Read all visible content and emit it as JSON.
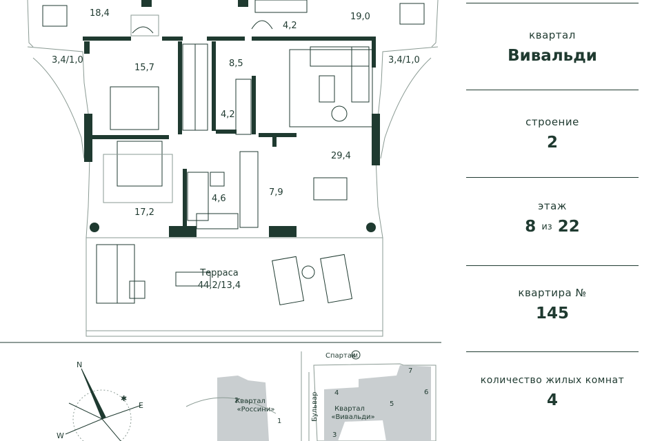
{
  "rooms": {
    "r1": "18,4",
    "r2": "4,2",
    "r3": "19,0",
    "r4": "3,4/1,0",
    "r5": "3,4/1,0",
    "r6": "15,7",
    "r7": "8,5",
    "r8": "4,2",
    "r9": "29,4",
    "r10": "4,6",
    "r11": "7,9",
    "r12": "17,2",
    "terrace_name": "Терраса",
    "terrace_area": "44,2/13,4"
  },
  "compass": {
    "n": "N",
    "e": "E",
    "w": "W"
  },
  "map": {
    "metro_name": "Спартак",
    "metro_symbol": "М",
    "street": "Бульвар",
    "quarter_rossini": "Квартал\n«Россини»",
    "quarter_vivaldi": "Квартал\n«Вивальди»",
    "b1": "1",
    "b2": "2",
    "b3": "3",
    "b4": "4",
    "b5": "5",
    "b6": "6",
    "b7": "7"
  },
  "info": {
    "quarter_label": "квартал",
    "quarter_value": "Вивальди",
    "building_label": "строение",
    "building_value": "2",
    "floor_label": "этаж",
    "floor_value": "8",
    "floor_of": "из",
    "floor_total": "22",
    "apartment_label": "квартира №",
    "apartment_value": "145",
    "rooms_label": "количество жилых комнат",
    "rooms_value": "4"
  },
  "colors": {
    "wall": "#1f3a30",
    "text": "#1f3a30",
    "thin": "#8a9a93"
  }
}
